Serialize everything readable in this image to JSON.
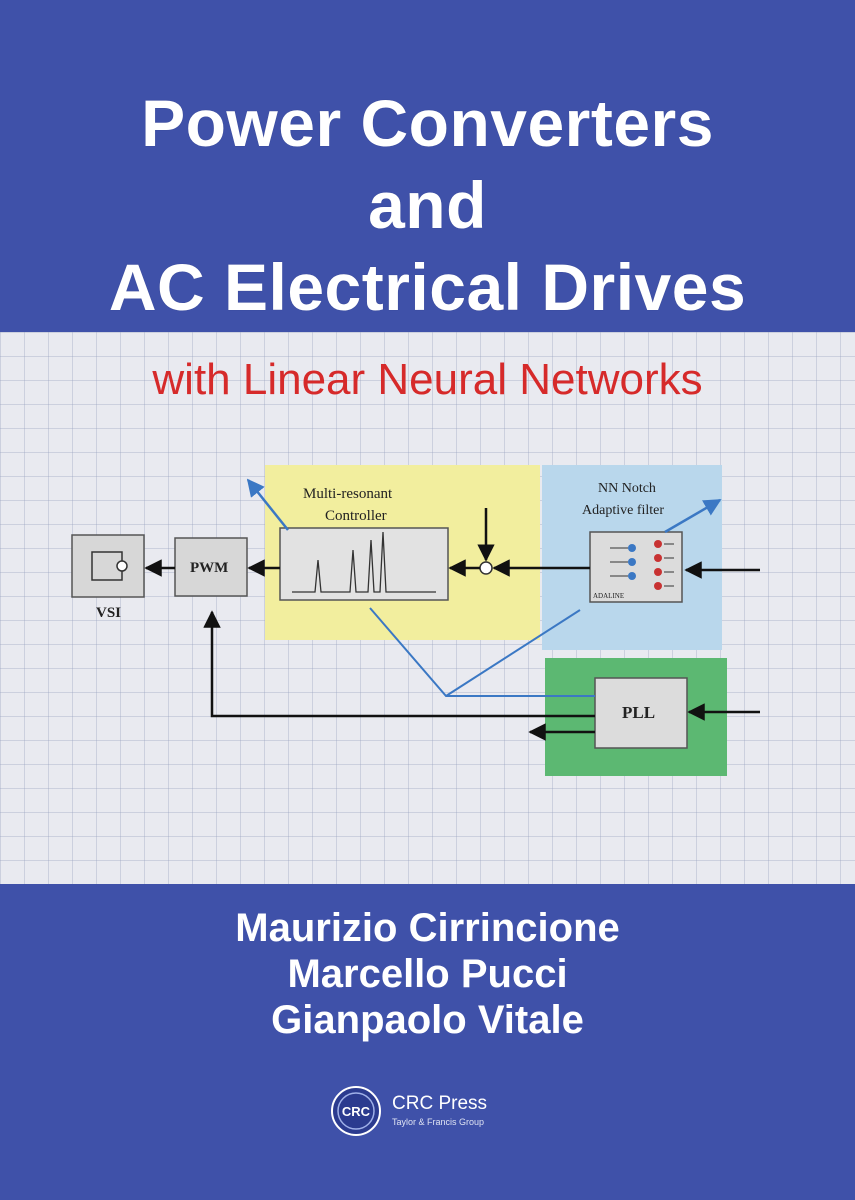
{
  "title": {
    "line1": "Power Converters",
    "line2": "and",
    "line3": "AC Electrical Drives"
  },
  "subtitle": "with Linear Neural Networks",
  "diagram": {
    "controller_label_1": "Multi-resonant",
    "controller_label_2": "Controller",
    "filter_label_1": "NN Notch",
    "filter_label_2": "Adaptive filter",
    "vsi": "VSI",
    "pwm": "PWM",
    "pll": "PLL",
    "adaline": "ADALINE"
  },
  "authors": [
    "Maurizio Cirrincione",
    "Marcello Pucci",
    "Gianpaolo Vitale"
  ],
  "publisher": {
    "name": "CRC Press",
    "tagline": "Taylor & Francis Group",
    "logo_text": "CRC"
  },
  "colors": {
    "background": "#3f51a9",
    "title": "#ffffff",
    "subtitle": "#d62a2a",
    "controller_box": "#f2ee9e",
    "filter_box": "#b9d7ec",
    "pll_box": "#5cb872"
  }
}
